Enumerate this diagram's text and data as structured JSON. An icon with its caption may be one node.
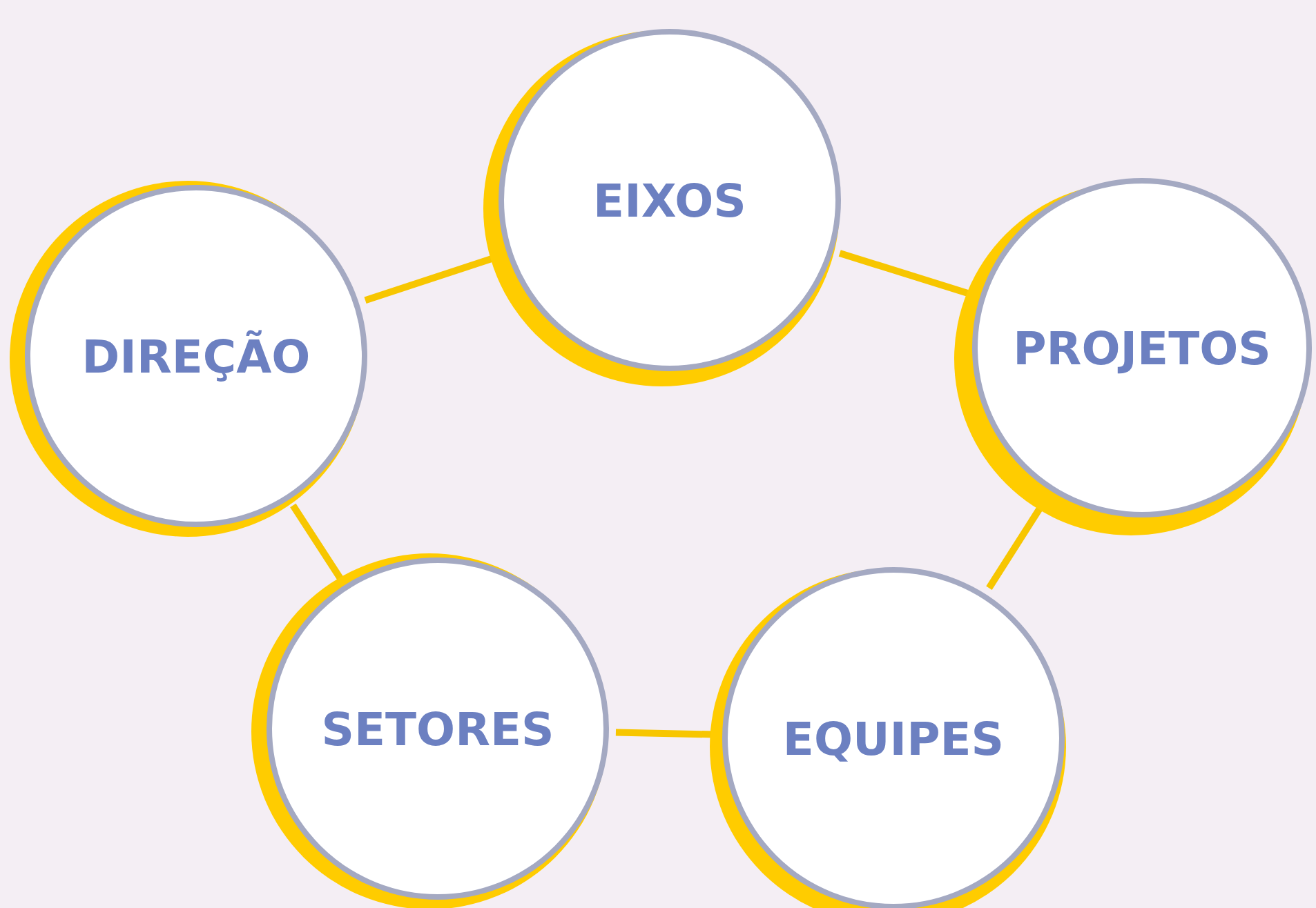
{
  "diagram": {
    "nodes": [
      {
        "text": [
          "EIXOS"
        ]
      },
      {
        "text": [
          "DIREÇÃO"
        ]
      },
      {
        "text": [
          "PROJETOS"
        ]
      },
      {
        "text": [
          "SETORES"
        ]
      },
      {
        "text": [
          "EQUIPES"
        ]
      }
    ],
    "edges": [
      {
        "from": 1,
        "to": 0,
        "arrow": "none"
      },
      {
        "from": 0,
        "to": 2,
        "arrow": "none"
      },
      {
        "from": 2,
        "to": 4,
        "arrow": "none"
      },
      {
        "from": 4,
        "to": 3,
        "arrow": "none"
      },
      {
        "from": 3,
        "to": 1,
        "arrow": "none"
      }
    ]
  }
}
